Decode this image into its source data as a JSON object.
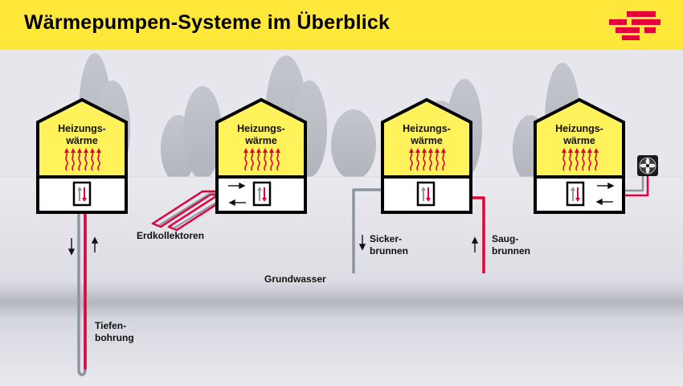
{
  "title": "Wärmepumpen-Systeme im Überblick",
  "colors": {
    "title_bg": "#ffe83a",
    "house_fill": "#fff25a",
    "heat_red": "#e3003b",
    "pipe_gray": "#8a96a2",
    "logo_red": "#e3003b"
  },
  "houses": [
    {
      "label": "Heizungs-\nwärme",
      "system": "Tiefenbohrung"
    },
    {
      "label": "Heizungs-\nwärme",
      "system": "Erdkollektoren"
    },
    {
      "label": "Heizungs-\nwärme",
      "system": "Grundwasser"
    },
    {
      "label": "Heizungs-\nwärme",
      "system": "Luft"
    }
  ],
  "labels": {
    "tiefenbohrung": "Tiefen-\nbohrung",
    "erdkollektoren": "Erdkollektoren",
    "grundwasser": "Grundwasser",
    "sickerbrunnen": "Sicker-\nbrunnen",
    "saugbrunnen": "Saug-\nbrunnen"
  },
  "icons": [
    "heat-arrow-icon",
    "heat-pump-icon",
    "fan-icon",
    "logo-icon"
  ]
}
